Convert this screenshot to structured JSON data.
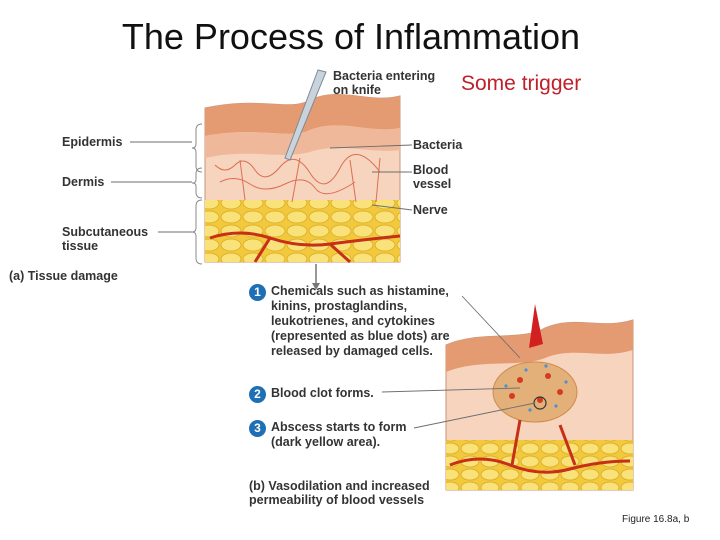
{
  "title": "The Process of Inflammation",
  "trigger_note": "Some trigger",
  "labels": {
    "bacteria_knife": "Bacteria entering on knife",
    "epidermis": "Epidermis",
    "dermis": "Dermis",
    "subcutaneous": "Subcutaneous tissue",
    "tissue_damage": "(a) Tissue damage",
    "bacteria": "Bacteria",
    "blood_vessel": "Blood vessel",
    "nerve": "Nerve"
  },
  "steps": [
    {
      "num": "1",
      "text": "Chemicals such as histamine, kinins, prostaglandins, leukotrienes, and cytokines (represented as blue dots) are released by damaged cells."
    },
    {
      "num": "2",
      "text": "Blood clot forms."
    },
    {
      "num": "3",
      "text": "Abscess starts to form (dark yellow area)."
    }
  ],
  "caption_b": "(b) Vasodilation and increased permeability of blood vessels",
  "figure_ref": "Figure 16.8a, b",
  "colors": {
    "title": "#111111",
    "trigger": "#c0202a",
    "step_circle": "#1f6fb5",
    "skin_top": "#e8a57e",
    "dermis": "#f5d2bd",
    "fat": "#f4cf45",
    "vessel": "#d43a20",
    "abscess": "#e3b079"
  }
}
